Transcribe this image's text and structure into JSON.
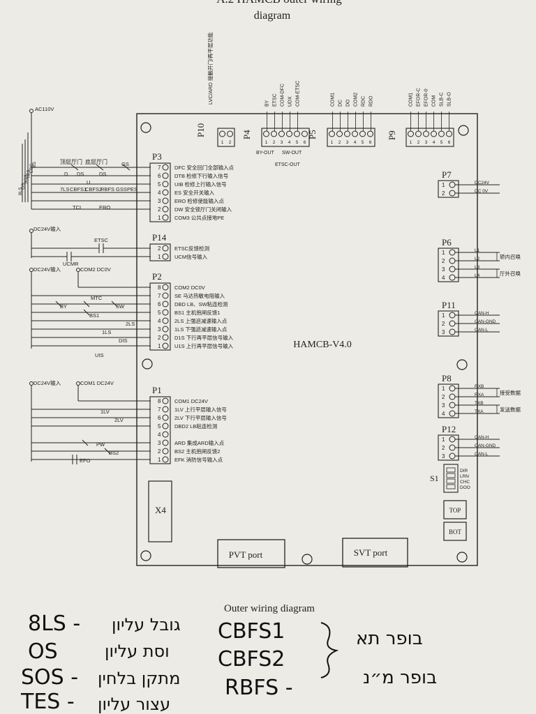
{
  "header": {
    "title_line1": "A.2 HAMCB outer wiring",
    "title_line2": "diagram"
  },
  "board": {
    "model": "HAMCB-V4.0",
    "pvt_port": "PVT port",
    "svt_port": "SVT port",
    "x4": "X4",
    "s1_label": "S1",
    "s1_switches": [
      "DIR",
      "LRN",
      "CHC",
      "DOO"
    ],
    "top_button": "TOP",
    "bot_button": "BOT"
  },
  "connectors": {
    "P3": {
      "name": "P3",
      "pins": [
        {
          "n": "7",
          "label": "DFC  安全回门全部输入点"
        },
        {
          "n": "6",
          "label": "DTB  检修下行输入信号"
        },
        {
          "n": "5",
          "label": "UIB  检修上行输入信号"
        },
        {
          "n": "4",
          "label": "ES   安全开关输入"
        },
        {
          "n": "3",
          "label": "ERO  检修使能输入点"
        },
        {
          "n": "2",
          "label": "DW   安全锁厅门关闭输入"
        },
        {
          "n": "1",
          "label": "COM3  公共点接地PE"
        }
      ]
    },
    "P14": {
      "name": "P14",
      "pins": [
        {
          "n": "2",
          "label": "ETSC反馈检测"
        },
        {
          "n": "1",
          "label": "UCM信号输入"
        }
      ]
    },
    "P2": {
      "name": "P2",
      "pins": [
        {
          "n": "8",
          "label": "COM2  DC0V"
        },
        {
          "n": "7",
          "label": "SE   马达热敏电阻输入"
        },
        {
          "n": "6",
          "label": "DBD  LB、SW粘连检测"
        },
        {
          "n": "5",
          "label": "BS1  主机抱闸反馈1"
        },
        {
          "n": "4",
          "label": "2LS  上强迫减速输入点"
        },
        {
          "n": "3",
          "label": "1LS  下强迫减速输入点"
        },
        {
          "n": "2",
          "label": "D1S  下行再平层信号输入"
        },
        {
          "n": "1",
          "label": "U1S  上行再平层信号输入"
        }
      ]
    },
    "P1": {
      "name": "P1",
      "pins": [
        {
          "n": "8",
          "label": "COM1   DC24V"
        },
        {
          "n": "7",
          "label": "1LV  上行平层输入信号"
        },
        {
          "n": "6",
          "label": "2LV  下行平层输入信号"
        },
        {
          "n": "5",
          "label": "DBD2  LB粘连检测"
        },
        {
          "n": "4",
          "label": ""
        },
        {
          "n": "3",
          "label": "ARD  集成ARD输入点"
        },
        {
          "n": "2",
          "label": "BS2  主机抱闸反馈2"
        },
        {
          "n": "1",
          "label": "EFK  消防信号输入点"
        }
      ]
    },
    "P10": {
      "name": "P10",
      "pins": [
        "1",
        "2"
      ]
    },
    "P4": {
      "name": "P4",
      "pins": [
        "1",
        "2",
        "3",
        "4",
        "5",
        "6"
      ],
      "labels": [
        "BY",
        "ETSC",
        "COM-DFC",
        "UDX",
        "COM-ETSC"
      ],
      "below": [
        "BY-OUT",
        "SW-OUT",
        "ETSC-OUT"
      ]
    },
    "P5": {
      "name": "P5",
      "pins": [
        "1",
        "2",
        "3",
        "4",
        "5",
        "6"
      ],
      "labels": [
        "COM1",
        "DC",
        "DO",
        "COM2",
        "RDC",
        "RDO"
      ]
    },
    "P9": {
      "name": "P9",
      "pins": [
        "1",
        "2",
        "3",
        "4",
        "5",
        "6"
      ],
      "labels": [
        "COM1",
        "EFOR-C",
        "EFOR-0",
        "COM",
        "SLB-C",
        "SLB-O"
      ]
    },
    "P7": {
      "name": "P7",
      "pins": [
        {
          "n": "1",
          "label": "DC24V"
        },
        {
          "n": "2",
          "label": "DC 0V"
        }
      ]
    },
    "P6": {
      "name": "P6",
      "pins": [
        {
          "n": "1",
          "label": "L1"
        },
        {
          "n": "2",
          "label": "L2"
        },
        {
          "n": "3",
          "label": "L3"
        },
        {
          "n": "4",
          "label": "L4"
        }
      ],
      "group1": "轿内召唤",
      "group2": "厅外召唤"
    },
    "P11": {
      "name": "P11",
      "pins": [
        {
          "n": "1",
          "label": "CAN-H"
        },
        {
          "n": "2",
          "label": "CAN-GND"
        },
        {
          "n": "3",
          "label": "CAN-L"
        }
      ]
    },
    "P8": {
      "name": "P8",
      "pins": [
        {
          "n": "1",
          "label": "RXB"
        },
        {
          "n": "2",
          "label": "RXA"
        },
        {
          "n": "3",
          "label": "TXB"
        },
        {
          "n": "4",
          "label": "TXA"
        }
      ],
      "group1": "接受数据",
      "group2": "发送数据"
    },
    "P12": {
      "name": "P12",
      "pins": [
        {
          "n": "1",
          "label": "CAN-H"
        },
        {
          "n": "2",
          "label": "CAN-GND"
        },
        {
          "n": "3",
          "label": "CAN-L"
        }
      ]
    }
  },
  "left_wiring": {
    "ac110": "AC110V",
    "vertical_labels": [
      "8LS",
      "OS",
      "SOS",
      "TES",
      "EBC",
      "8S"
    ],
    "top_door": "顶层厅门",
    "bottom_door": "底层厅门",
    "d_label": "D",
    "ds_label": "DS",
    "gs_label": "GS",
    "u_label": "U",
    "row_labels": [
      "7LS",
      "CBFS1",
      "CBFS2",
      "RBFS",
      "GSS",
      "PES"
    ],
    "tci": "TCI",
    "ero": "ERO",
    "dc24_in_1": "DC24V输入",
    "etsc": "ETSC",
    "ucmr": "UCMR",
    "dc24_in_2": "DC24V输入",
    "com2_dc0v": "COM2 DC0V",
    "mtc": "MTC",
    "by": "BY",
    "sw": "SW",
    "bs1": "BS1",
    "two_ls": "2LS",
    "one_ls": "1LS",
    "dis": "DIS",
    "uis": "UIS",
    "dc24_in_3": "DC24V输入",
    "com1_dc24v": "COM1 DC24V",
    "one_lv": "1LV",
    "two_lv": "2LV",
    "pw": "PW",
    "bs2": "BS2",
    "efo": "EFO",
    "p10_top_note": "LVC/ARD 接触开门/再平层功能"
  },
  "footer": {
    "caption": "Outer wiring diagram",
    "handwritten_left": [
      "8LS -",
      "OS",
      "SOS -",
      "TES -"
    ],
    "handwritten_mid": [
      "CBFS1",
      "CBFS2",
      "RBFS -"
    ],
    "handwritten_hebrew_left": [
      "גובל עליון",
      "וסת עליון",
      "מתקן בלחין",
      "עצור עליון"
    ],
    "handwritten_hebrew_right": [
      "בופר תא",
      "בופר מ״נ"
    ]
  }
}
